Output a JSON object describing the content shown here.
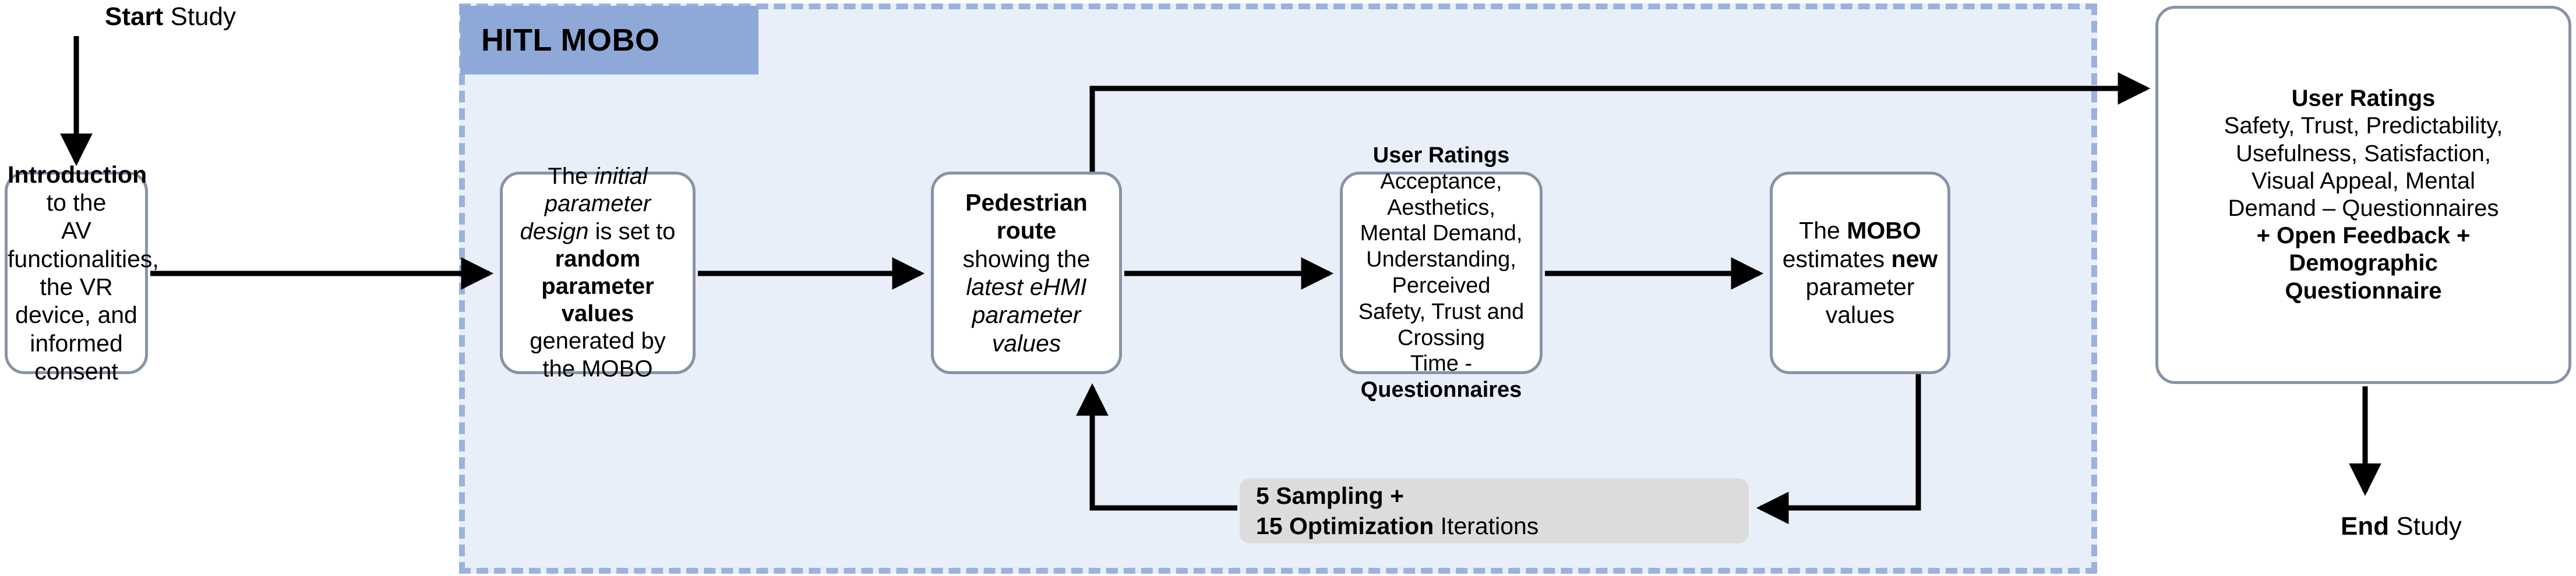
{
  "diagram": {
    "title": "HITL MOBO study procedure flowchart",
    "panel": {
      "label": "HITL MOBO",
      "fill": "#E8EFF9",
      "border_color": "#9BB2DE",
      "header_fill": "#8EA9D8"
    },
    "node_border_color": "#8892A8",
    "loop_label_fill": "#DCDCDC"
  },
  "labels": {
    "start": {
      "bold": "Start",
      "rest": " Study"
    },
    "end": {
      "bold": "End",
      "rest": " Study"
    }
  },
  "nodes": {
    "introduction": {
      "name": "introduction",
      "lines": [
        {
          "parts": [
            {
              "t": "Introduction",
              "s": "b"
            },
            {
              "t": " to the",
              "s": "n"
            }
          ]
        },
        {
          "parts": [
            {
              "t": "AV functionalities,",
              "s": "n"
            }
          ]
        },
        {
          "parts": [
            {
              "t": "the VR device, and",
              "s": "n"
            }
          ]
        },
        {
          "parts": [
            {
              "t": "informed consent",
              "s": "n"
            }
          ]
        }
      ]
    },
    "initial_design": {
      "name": "initial-parameter-design",
      "lines": [
        {
          "parts": [
            {
              "t": "The ",
              "s": "n"
            },
            {
              "t": "initial parameter",
              "s": "i"
            }
          ]
        },
        {
          "parts": [
            {
              "t": "design",
              "s": "i"
            },
            {
              "t": " is set to",
              "s": "n"
            }
          ]
        },
        {
          "parts": [
            {
              "t": "random parameter",
              "s": "b"
            }
          ]
        },
        {
          "parts": [
            {
              "t": "values",
              "s": "b"
            },
            {
              "t": " generated by",
              "s": "n"
            }
          ]
        },
        {
          "parts": [
            {
              "t": "the MOBO",
              "s": "n"
            }
          ]
        }
      ]
    },
    "pedestrian_route": {
      "name": "pedestrian-route",
      "lines": [
        {
          "parts": [
            {
              "t": "Pedestrian route",
              "s": "b"
            }
          ]
        },
        {
          "parts": [
            {
              "t": "showing the",
              "s": "n"
            }
          ]
        },
        {
          "parts": [
            {
              "t": "latest eHMI",
              "s": "i"
            }
          ]
        },
        {
          "parts": [
            {
              "t": "parameter values",
              "s": "i"
            }
          ]
        }
      ]
    },
    "user_ratings_loop": {
      "name": "user-ratings-loop",
      "lines": [
        {
          "parts": [
            {
              "t": "User Ratings",
              "s": "b"
            }
          ]
        },
        {
          "parts": [
            {
              "t": "Acceptance, Aesthetics,",
              "s": "n"
            }
          ]
        },
        {
          "parts": [
            {
              "t": "Mental Demand,",
              "s": "n"
            }
          ]
        },
        {
          "parts": [
            {
              "t": "Understanding, Perceived",
              "s": "n"
            }
          ]
        },
        {
          "parts": [
            {
              "t": "Safety, Trust and Crossing",
              "s": "n"
            }
          ]
        },
        {
          "parts": [
            {
              "t": "Time - ",
              "s": "n"
            },
            {
              "t": "Questionnaires",
              "s": "b"
            }
          ]
        }
      ]
    },
    "mobo_estimate": {
      "name": "mobo-estimates",
      "lines": [
        {
          "parts": [
            {
              "t": "The ",
              "s": "n"
            },
            {
              "t": "MOBO",
              "s": "b"
            }
          ]
        },
        {
          "parts": [
            {
              "t": "estimates ",
              "s": "n"
            },
            {
              "t": "new",
              "s": "b"
            }
          ]
        },
        {
          "parts": [
            {
              "t": "parameter",
              "s": "n"
            }
          ]
        },
        {
          "parts": [
            {
              "t": "values",
              "s": "n"
            }
          ]
        }
      ]
    },
    "final_ratings": {
      "name": "final-user-ratings",
      "lines": [
        {
          "parts": [
            {
              "t": "User Ratings",
              "s": "b"
            }
          ]
        },
        {
          "parts": [
            {
              "t": "Safety, Trust, Predictability,",
              "s": "n"
            }
          ]
        },
        {
          "parts": [
            {
              "t": "Usefulness, Satisfaction,",
              "s": "n"
            }
          ]
        },
        {
          "parts": [
            {
              "t": "Visual Appeal, Mental",
              "s": "n"
            }
          ]
        },
        {
          "parts": [
            {
              "t": "Demand – Questionnaires",
              "s": "n"
            }
          ]
        },
        {
          "parts": [
            {
              "t": "+ Open Feedback +",
              "s": "b"
            }
          ]
        },
        {
          "parts": [
            {
              "t": "Demographic",
              "s": "b"
            }
          ]
        },
        {
          "parts": [
            {
              "t": "Questionnaire",
              "s": "b"
            }
          ]
        }
      ]
    }
  },
  "loop_label": {
    "name": "iteration-count-label",
    "lines": [
      {
        "parts": [
          {
            "t": "5 Sampling +",
            "s": "b"
          }
        ]
      },
      {
        "parts": [
          {
            "t": "15 Optimization",
            "s": "b"
          },
          {
            "t": " Iterations",
            "s": "n"
          }
        ]
      }
    ]
  }
}
